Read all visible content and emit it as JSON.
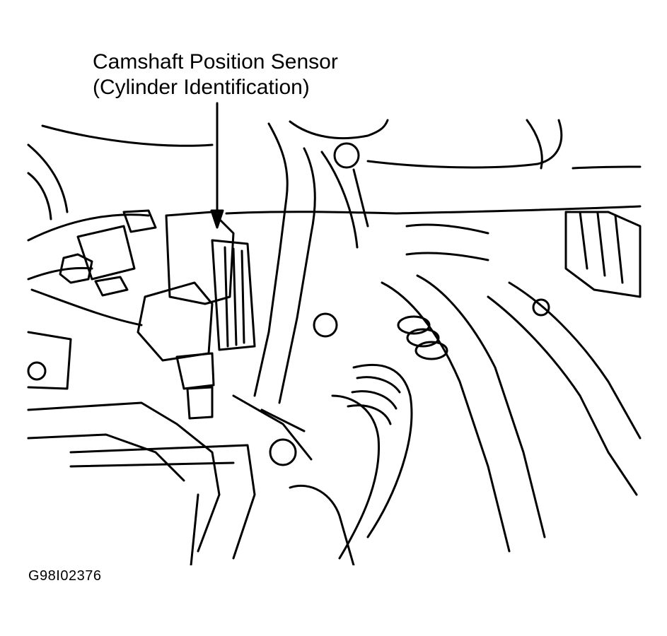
{
  "callout": {
    "line1": "Camshaft Position Sensor",
    "line2": "(Cylinder Identification)"
  },
  "figure_id": "G98I02376",
  "colors": {
    "ink": "#000000",
    "paper": "#ffffff"
  }
}
